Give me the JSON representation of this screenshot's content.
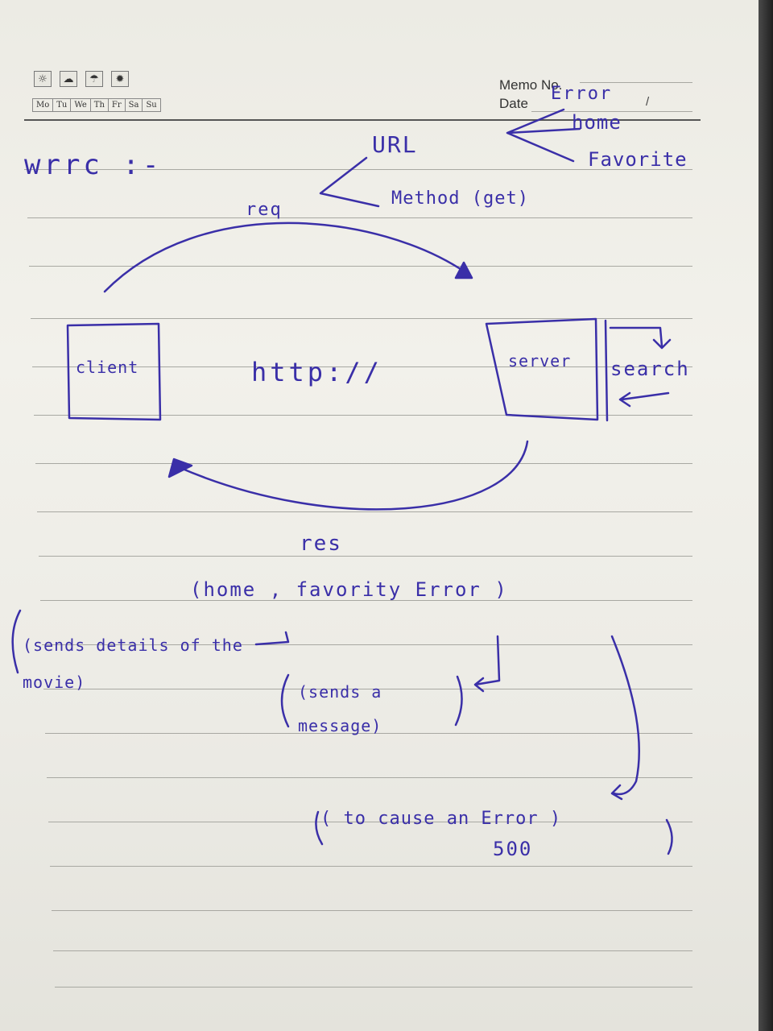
{
  "notebook": {
    "weather_icons": [
      "sun-icon",
      "partly-cloudy-icon",
      "rain-icon",
      "bright-sun-icon"
    ],
    "weekdays": [
      "Mo",
      "Tu",
      "We",
      "Th",
      "Fr",
      "Sa",
      "Su"
    ],
    "memo_label": "Memo No.",
    "date_label": "Date",
    "date_separator": "/"
  },
  "notes": {
    "title": "wrrc :-",
    "url": "URL",
    "method": "Method (get)",
    "url_examples": [
      "Error",
      "home",
      "Favorite"
    ],
    "req_label": "req",
    "client_label": "client",
    "protocol": "http://",
    "server_label": "server",
    "search_label": "search",
    "res_label": "res",
    "res_items": "(home , favority Error )",
    "note_movie": "(sends details of the movie)",
    "note_message": "(sends a message)",
    "note_error": "( to cause an Error )",
    "error_code": "500"
  },
  "colors": {
    "ink": "#3a2fa8",
    "paper": "#ecebe4",
    "rule": "#a8a8a2"
  }
}
